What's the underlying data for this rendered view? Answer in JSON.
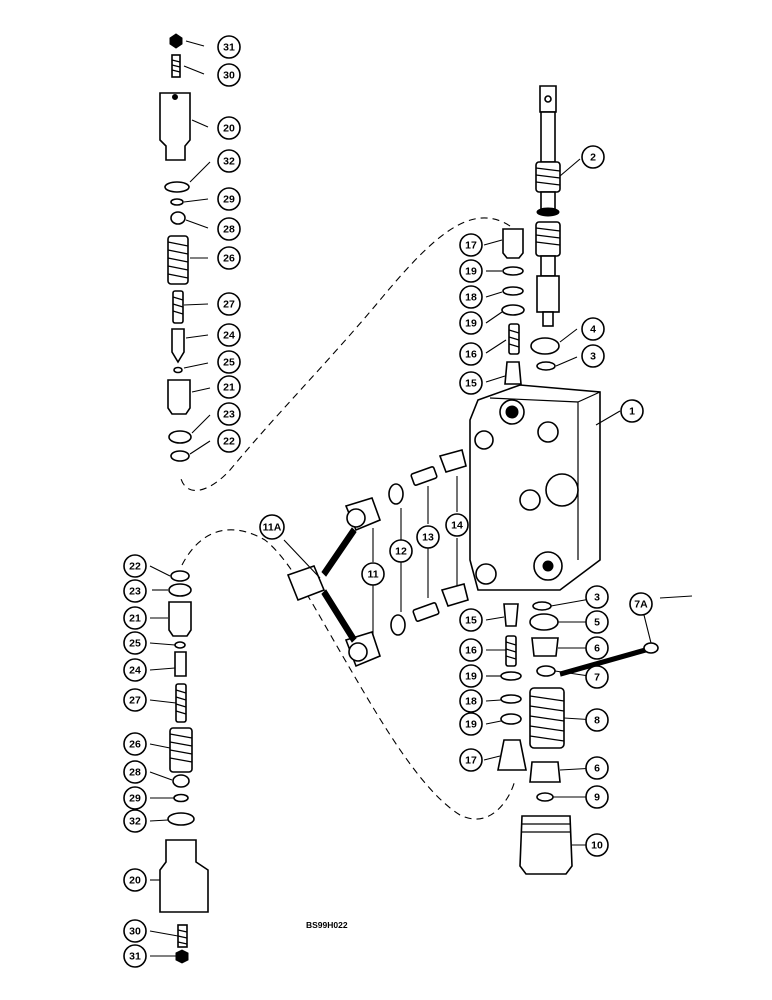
{
  "figure_code": "BS99H022",
  "callouts": [
    {
      "id": "c31a",
      "label": "31"
    },
    {
      "id": "c30a",
      "label": "30"
    },
    {
      "id": "c20a",
      "label": "20"
    },
    {
      "id": "c32a",
      "label": "32"
    },
    {
      "id": "c29a",
      "label": "29"
    },
    {
      "id": "c28a",
      "label": "28"
    },
    {
      "id": "c26a",
      "label": "26"
    },
    {
      "id": "c27a",
      "label": "27"
    },
    {
      "id": "c24a",
      "label": "24"
    },
    {
      "id": "c25a",
      "label": "25"
    },
    {
      "id": "c21a",
      "label": "21"
    },
    {
      "id": "c23a",
      "label": "23"
    },
    {
      "id": "c22a",
      "label": "22"
    },
    {
      "id": "c2",
      "label": "2"
    },
    {
      "id": "c17a",
      "label": "17"
    },
    {
      "id": "c19a",
      "label": "19"
    },
    {
      "id": "c18a",
      "label": "18"
    },
    {
      "id": "c19b",
      "label": "19"
    },
    {
      "id": "c4",
      "label": "4"
    },
    {
      "id": "c16a",
      "label": "16"
    },
    {
      "id": "c3a",
      "label": "3"
    },
    {
      "id": "c15a",
      "label": "15"
    },
    {
      "id": "c1",
      "label": "1"
    },
    {
      "id": "c11A",
      "label": "11A"
    },
    {
      "id": "c11",
      "label": "11"
    },
    {
      "id": "c12",
      "label": "12"
    },
    {
      "id": "c13",
      "label": "13"
    },
    {
      "id": "c14",
      "label": "14"
    },
    {
      "id": "c22b",
      "label": "22"
    },
    {
      "id": "c23b",
      "label": "23"
    },
    {
      "id": "c21b",
      "label": "21"
    },
    {
      "id": "c25b",
      "label": "25"
    },
    {
      "id": "c24b",
      "label": "24"
    },
    {
      "id": "c27b",
      "label": "27"
    },
    {
      "id": "c26b",
      "label": "26"
    },
    {
      "id": "c28b",
      "label": "28"
    },
    {
      "id": "c29b",
      "label": "29"
    },
    {
      "id": "c32b",
      "label": "32"
    },
    {
      "id": "c20b",
      "label": "20"
    },
    {
      "id": "c30b",
      "label": "30"
    },
    {
      "id": "c31b",
      "label": "31"
    },
    {
      "id": "c3b",
      "label": "3"
    },
    {
      "id": "c5",
      "label": "5"
    },
    {
      "id": "c6a",
      "label": "6"
    },
    {
      "id": "c7A",
      "label": "7A"
    },
    {
      "id": "c7",
      "label": "7"
    },
    {
      "id": "c15b",
      "label": "15"
    },
    {
      "id": "c16b",
      "label": "16"
    },
    {
      "id": "c19c",
      "label": "19"
    },
    {
      "id": "c18b",
      "label": "18"
    },
    {
      "id": "c19d",
      "label": "19"
    },
    {
      "id": "c8",
      "label": "8"
    },
    {
      "id": "c17b",
      "label": "17"
    },
    {
      "id": "c6b",
      "label": "6"
    },
    {
      "id": "c9",
      "label": "9"
    },
    {
      "id": "c10",
      "label": "10"
    }
  ]
}
